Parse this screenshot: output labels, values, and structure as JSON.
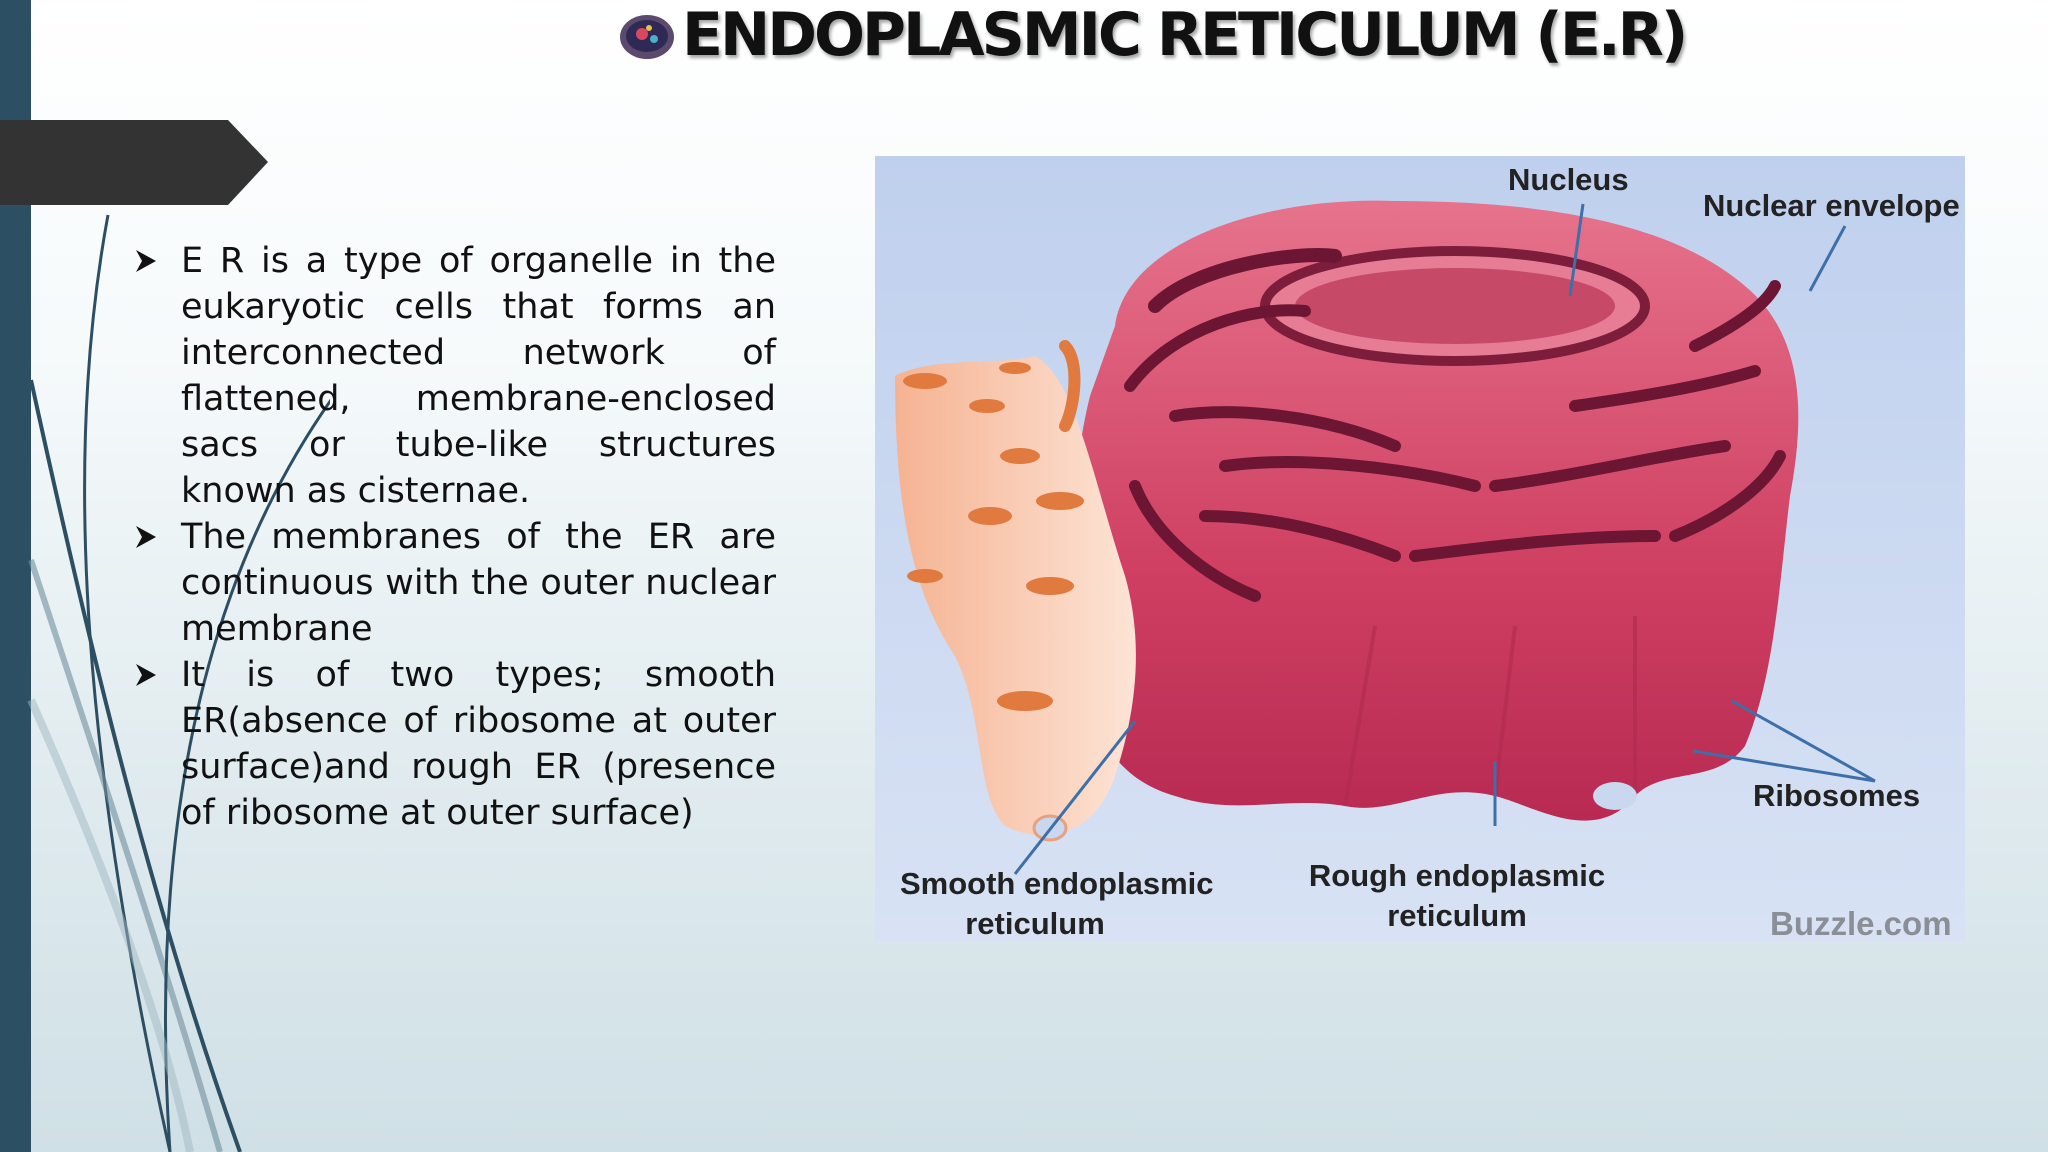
{
  "slide": {
    "title": "ENDOPLASMIC RETICULUM (E.R)",
    "icon": "cell-icon"
  },
  "bullets": [
    "E R is a type of organelle in the eukaryotic cells that forms an interconnected network of flattened, membrane-enclosed sacs or tube-like structures known as cisternae.",
    " The membranes of the ER are continuous with the outer nuclear membrane",
    "It is of two types; smooth ER(absence of ribosome at outer surface)and rough ER (presence of ribosome at outer surface)"
  ],
  "figure": {
    "labels": {
      "nucleus": "Nucleus",
      "nuclear_envelope": "Nuclear envelope",
      "ribosomes": "Ribosomes",
      "smooth_er_line1": "Smooth endoplasmic",
      "smooth_er_line2": "reticulum",
      "rough_er_line1": "Rough endoplasmic",
      "rough_er_line2": "reticulum"
    },
    "watermark": "Buzzle.com"
  },
  "colors": {
    "sidebar": "#2d4f63",
    "arrow_tab": "#333333",
    "rough_er": "#c73a5d",
    "smooth_er": "#f3a27c",
    "figure_bg": "#c9d7ef"
  }
}
